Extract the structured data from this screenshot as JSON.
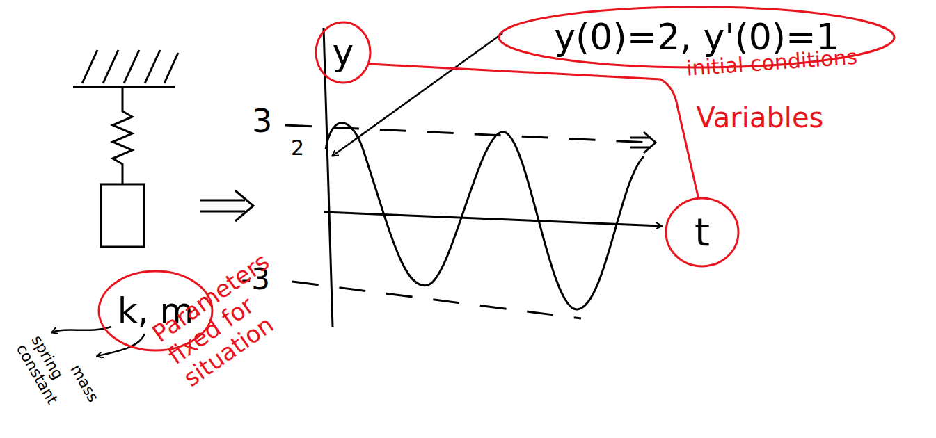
{
  "diagram": {
    "nodes": [
      {
        "text": [
          "y(0)=2, y'(0)=1"
        ]
      },
      {
        "text": [
          "y"
        ]
      },
      {
        "text": [
          "t"
        ]
      },
      {
        "text": [
          "k, m"
        ]
      }
    ],
    "edges": [
      {
        "from": 1,
        "to": 2,
        "arrow": "none",
        "label": "Variables"
      }
    ],
    "labels": [
      "initial conditions",
      "3",
      "2",
      "-3",
      "Parameters fixed for situation",
      "spring constant",
      "mass"
    ]
  }
}
